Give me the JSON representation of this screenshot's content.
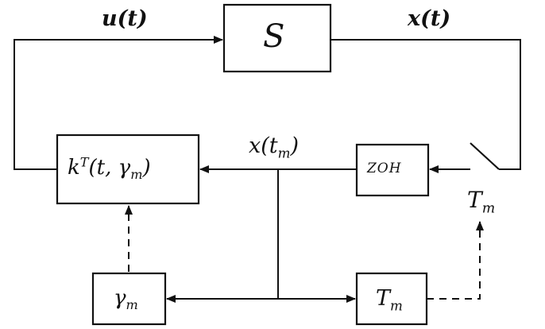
{
  "signals": {
    "u": {
      "base": "u(t)"
    },
    "x": {
      "base": "x(t)"
    },
    "xm": {
      "base": "x(t",
      "sub": "m",
      "tail": ")"
    }
  },
  "blocks": {
    "system": {
      "label": "S"
    },
    "controller": {
      "base": "k",
      "sup": "T",
      "mid": "(t, γ",
      "sub": "m",
      "tail": ")"
    },
    "zoh": {
      "label": "ZOH"
    },
    "gamma": {
      "base": "γ",
      "sub": "m"
    },
    "tm_block": {
      "base": "T",
      "sub": "m"
    }
  },
  "switch": {
    "base": "T",
    "sub": "m"
  }
}
